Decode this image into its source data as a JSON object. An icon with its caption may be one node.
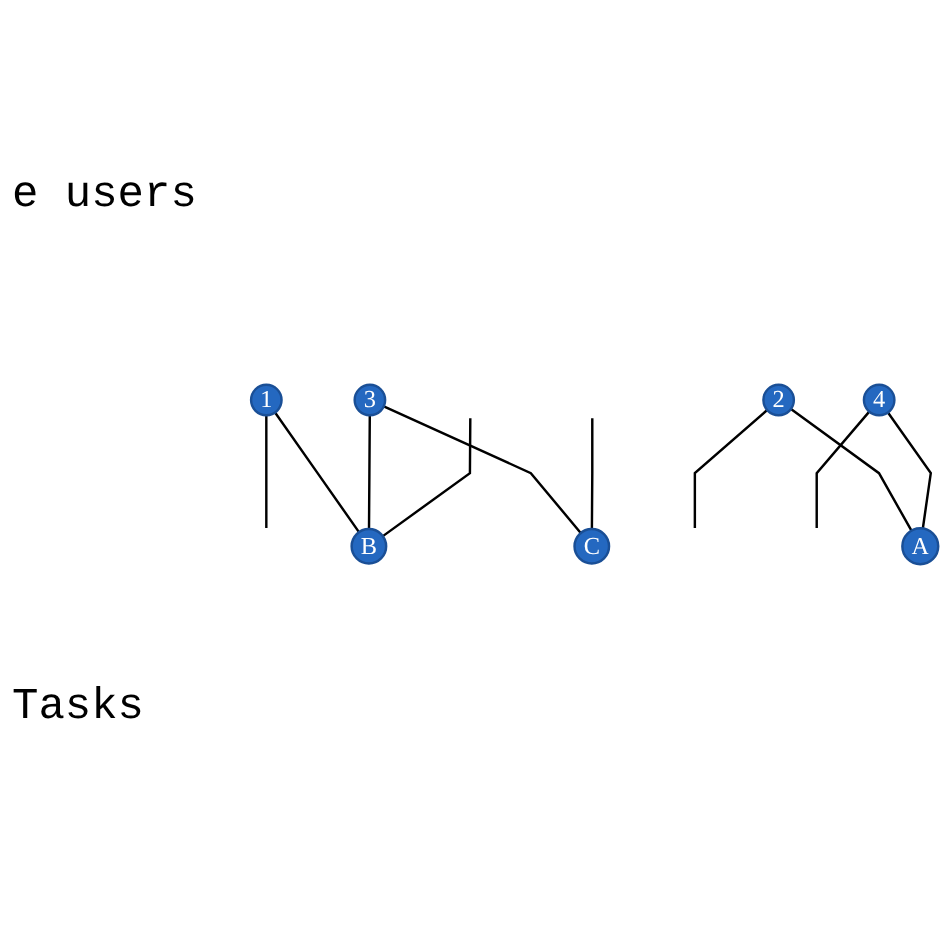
{
  "diagram": {
    "nodes": [
      {
        "text": [
          "1"
        ]
      },
      {
        "text": [
          "2"
        ]
      },
      {
        "text": [
          "3"
        ]
      },
      {
        "text": [
          "4"
        ]
      },
      {
        "text": [
          "A"
        ]
      },
      {
        "text": [
          "B"
        ]
      },
      {
        "text": [
          "C"
        ]
      }
    ],
    "edges": [
      {
        "from": 0,
        "to": 5,
        "arrow": "none"
      },
      {
        "from": 0,
        "to": null,
        "arrow": "none"
      },
      {
        "from": 1,
        "to": 4,
        "arrow": "none"
      },
      {
        "from": 1,
        "to": null,
        "arrow": "none"
      },
      {
        "from": 2,
        "to": 5,
        "arrow": "none"
      },
      {
        "from": 2,
        "to": 6,
        "arrow": "none"
      },
      {
        "from": 3,
        "to": 4,
        "arrow": "none"
      },
      {
        "from": 3,
        "to": null,
        "arrow": "none"
      },
      {
        "from": null,
        "to": 5,
        "arrow": "none"
      },
      {
        "from": null,
        "to": 6,
        "arrow": "none"
      }
    ],
    "labels": [
      "e users",
      "Tasks"
    ]
  }
}
